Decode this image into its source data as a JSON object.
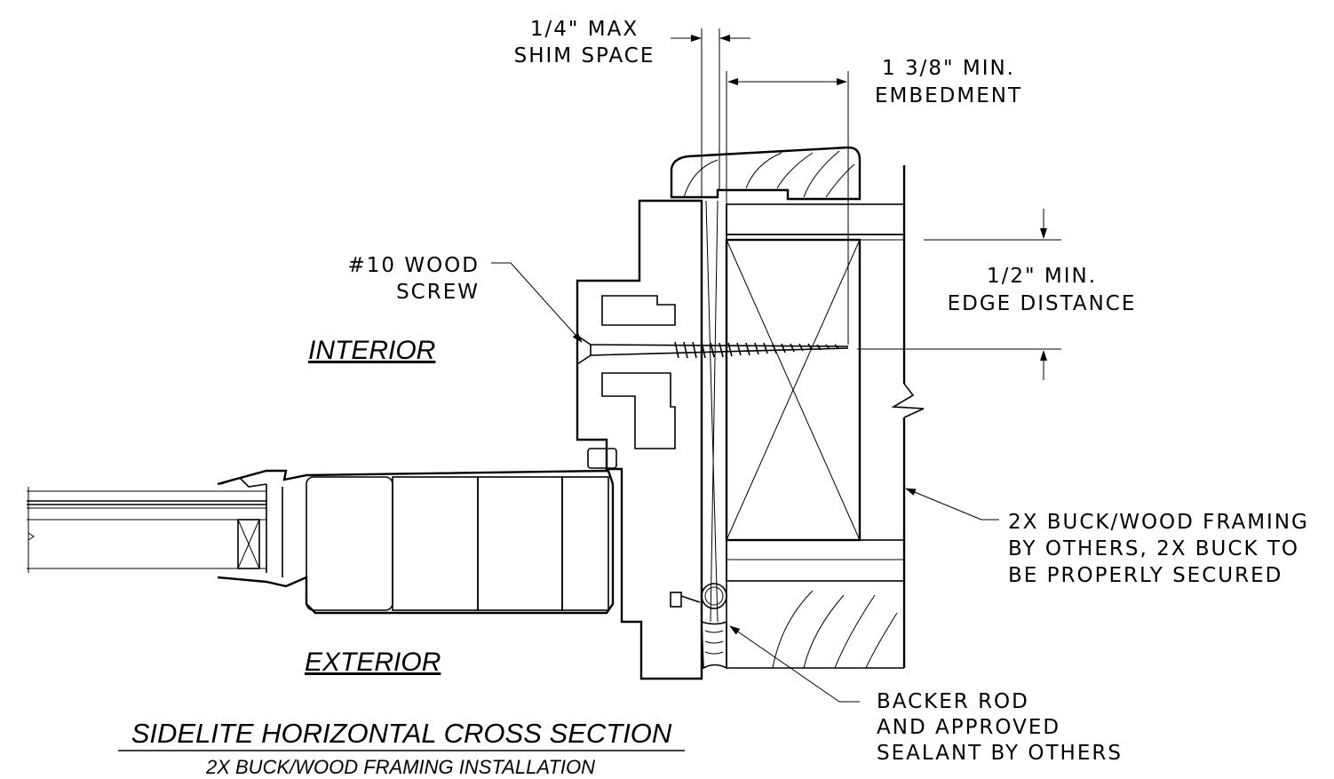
{
  "labels": {
    "shim_space_1": "1/4\" MAX",
    "shim_space_2": "SHIM SPACE",
    "embedment_1": "1 3/8\" MIN.",
    "embedment_2": "EMBEDMENT",
    "screw_1": "#10 WOOD",
    "screw_2": "SCREW",
    "edge_1": "1/2\" MIN.",
    "edge_2": "EDGE DISTANCE",
    "framing_1": "2X BUCK/WOOD FRAMING",
    "framing_2": "BY OTHERS, 2X BUCK TO",
    "framing_3": "BE PROPERLY SECURED",
    "backer_1": "BACKER ROD",
    "backer_2": "AND APPROVED",
    "backer_3": "SEALANT BY OTHERS",
    "interior": "INTERIOR",
    "exterior": "EXTERIOR"
  },
  "title": {
    "main": "SIDELITE HORIZONTAL CROSS SECTION",
    "sub": "2X BUCK/WOOD FRAMING INSTALLATION"
  },
  "colors": {
    "line": "#000000",
    "background": "#ffffff"
  }
}
